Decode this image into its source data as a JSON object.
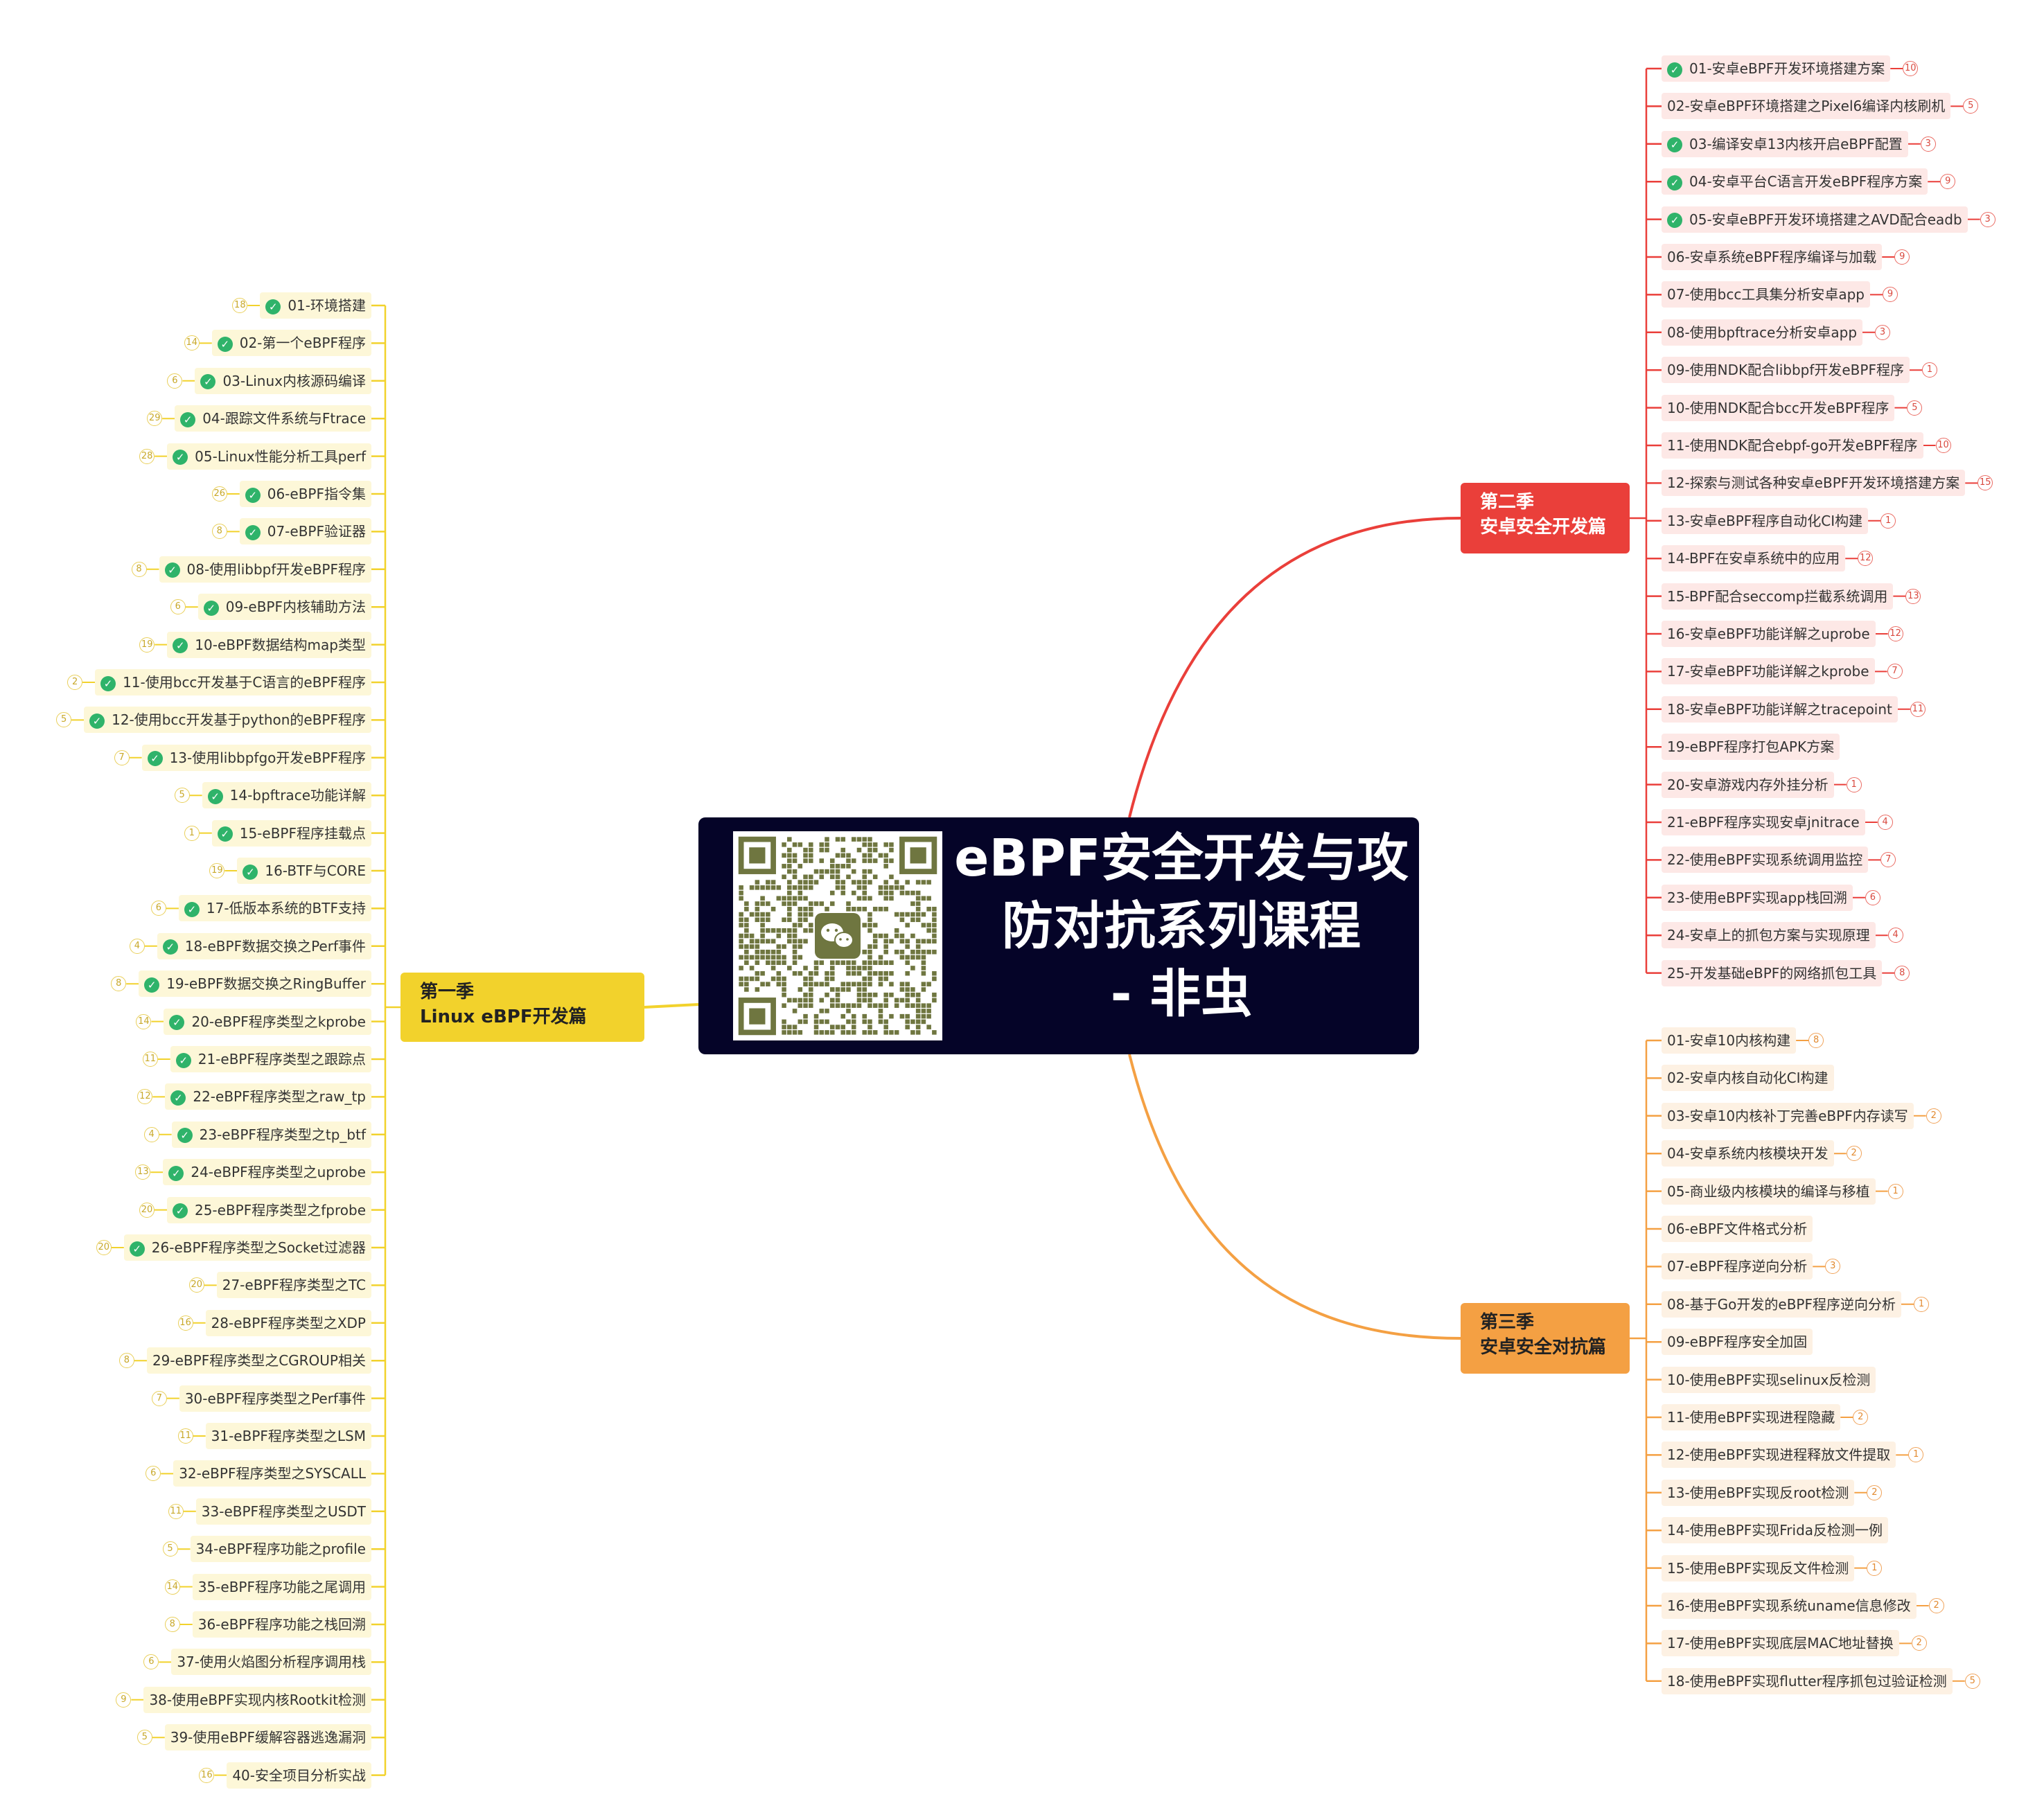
{
  "center": {
    "title_lines": [
      "eBPF安全开发与攻",
      "防对抗系列课程",
      "- 非虫"
    ],
    "qr_icon": "wechat-icon"
  },
  "colors": {
    "season1": "#f2d22c",
    "season2": "#ea3f3a",
    "season3": "#f4a043",
    "center_bg": "#050428",
    "qr": "#6f7640",
    "check": "#2fb36a"
  },
  "season1": {
    "title_lines": [
      "第一季",
      "Linux eBPF开发篇"
    ],
    "items": [
      {
        "label": "01-环境搭建",
        "badge": "18",
        "done": true
      },
      {
        "label": "02-第一个eBPF程序",
        "badge": "14",
        "done": true
      },
      {
        "label": "03-Linux内核源码编译",
        "badge": "6",
        "done": true
      },
      {
        "label": "04-跟踪文件系统与Ftrace",
        "badge": "29",
        "done": true
      },
      {
        "label": "05-Linux性能分析工具perf",
        "badge": "28",
        "done": true
      },
      {
        "label": "06-eBPF指令集",
        "badge": "26",
        "done": true
      },
      {
        "label": "07-eBPF验证器",
        "badge": "8",
        "done": true
      },
      {
        "label": "08-使用libbpf开发eBPF程序",
        "badge": "8",
        "done": true
      },
      {
        "label": "09-eBPF内核辅助方法",
        "badge": "6",
        "done": true
      },
      {
        "label": "10-eBPF数据结构map类型",
        "badge": "19",
        "done": true
      },
      {
        "label": "11-使用bcc开发基于C语言的eBPF程序",
        "badge": "2",
        "done": true
      },
      {
        "label": "12-使用bcc开发基于python的eBPF程序",
        "badge": "5",
        "done": true
      },
      {
        "label": "13-使用libbpfgo开发eBPF程序",
        "badge": "7",
        "done": true
      },
      {
        "label": "14-bpftrace功能详解",
        "badge": "5",
        "done": true
      },
      {
        "label": "15-eBPF程序挂载点",
        "badge": "1",
        "done": true
      },
      {
        "label": "16-BTF与CORE",
        "badge": "19",
        "done": true
      },
      {
        "label": "17-低版本系统的BTF支持",
        "badge": "6",
        "done": true
      },
      {
        "label": "18-eBPF数据交换之Perf事件",
        "badge": "4",
        "done": true
      },
      {
        "label": "19-eBPF数据交换之RingBuffer",
        "badge": "8",
        "done": true
      },
      {
        "label": "20-eBPF程序类型之kprobe",
        "badge": "14",
        "done": true
      },
      {
        "label": "21-eBPF程序类型之跟踪点",
        "badge": "11",
        "done": true
      },
      {
        "label": "22-eBPF程序类型之raw_tp",
        "badge": "12",
        "done": true
      },
      {
        "label": "23-eBPF程序类型之tp_btf",
        "badge": "4",
        "done": true
      },
      {
        "label": "24-eBPF程序类型之uprobe",
        "badge": "13",
        "done": true
      },
      {
        "label": "25-eBPF程序类型之fprobe",
        "badge": "20",
        "done": true
      },
      {
        "label": "26-eBPF程序类型之Socket过滤器",
        "badge": "20",
        "done": true
      },
      {
        "label": "27-eBPF程序类型之TC",
        "badge": "20",
        "done": false
      },
      {
        "label": "28-eBPF程序类型之XDP",
        "badge": "16",
        "done": false
      },
      {
        "label": "29-eBPF程序类型之CGROUP相关",
        "badge": "8",
        "done": false
      },
      {
        "label": "30-eBPF程序类型之Perf事件",
        "badge": "7",
        "done": false
      },
      {
        "label": "31-eBPF程序类型之LSM",
        "badge": "11",
        "done": false
      },
      {
        "label": "32-eBPF程序类型之SYSCALL",
        "badge": "6",
        "done": false
      },
      {
        "label": "33-eBPF程序类型之USDT",
        "badge": "11",
        "done": false
      },
      {
        "label": "34-eBPF程序功能之profile",
        "badge": "5",
        "done": false
      },
      {
        "label": "35-eBPF程序功能之尾调用",
        "badge": "14",
        "done": false
      },
      {
        "label": "36-eBPF程序功能之栈回溯",
        "badge": "8",
        "done": false
      },
      {
        "label": "37-使用火焰图分析程序调用栈",
        "badge": "6",
        "done": false
      },
      {
        "label": "38-使用eBPF实现内核Rootkit检测",
        "badge": "9",
        "done": false
      },
      {
        "label": "39-使用eBPF缓解容器逃逸漏洞",
        "badge": "5",
        "done": false
      },
      {
        "label": "40-安全项目分析实战",
        "badge": "16",
        "done": false
      }
    ]
  },
  "season2": {
    "title_lines": [
      "第二季",
      "安卓安全开发篇"
    ],
    "items": [
      {
        "label": "01-安卓eBPF开发环境搭建方案",
        "badge": "10",
        "done": true
      },
      {
        "label": "02-安卓eBPF环境搭建之Pixel6编译内核刷机",
        "badge": "5",
        "done": false
      },
      {
        "label": "03-编译安卓13内核开启eBPF配置",
        "badge": "3",
        "done": true
      },
      {
        "label": "04-安卓平台C语言开发eBPF程序方案",
        "badge": "9",
        "done": true
      },
      {
        "label": "05-安卓eBPF开发环境搭建之AVD配合eadb",
        "badge": "3",
        "done": true
      },
      {
        "label": "06-安卓系统eBPF程序编译与加载",
        "badge": "9",
        "done": false
      },
      {
        "label": "07-使用bcc工具集分析安卓app",
        "badge": "9",
        "done": false
      },
      {
        "label": "08-使用bpftrace分析安卓app",
        "badge": "3",
        "done": false
      },
      {
        "label": "09-使用NDK配合libbpf开发eBPF程序",
        "badge": "1",
        "done": false
      },
      {
        "label": "10-使用NDK配合bcc开发eBPF程序",
        "badge": "5",
        "done": false
      },
      {
        "label": "11-使用NDK配合ebpf-go开发eBPF程序",
        "badge": "10",
        "done": false
      },
      {
        "label": "12-探索与测试各种安卓eBPF开发环境搭建方案",
        "badge": "15",
        "done": false
      },
      {
        "label": "13-安卓eBPF程序自动化CI构建",
        "badge": "1",
        "done": false
      },
      {
        "label": "14-BPF在安卓系统中的应用",
        "badge": "12",
        "done": false
      },
      {
        "label": "15-BPF配合seccomp拦截系统调用",
        "badge": "13",
        "done": false
      },
      {
        "label": "16-安卓eBPF功能详解之uprobe",
        "badge": "12",
        "done": false
      },
      {
        "label": "17-安卓eBPF功能详解之kprobe",
        "badge": "7",
        "done": false
      },
      {
        "label": "18-安卓eBPF功能详解之tracepoint",
        "badge": "11",
        "done": false
      },
      {
        "label": "19-eBPF程序打包APK方案",
        "badge": "",
        "done": false
      },
      {
        "label": "20-安卓游戏内存外挂分析",
        "badge": "1",
        "done": false
      },
      {
        "label": "21-eBPF程序实现安卓jnitrace",
        "badge": "4",
        "done": false
      },
      {
        "label": "22-使用eBPF实现系统调用监控",
        "badge": "7",
        "done": false
      },
      {
        "label": "23-使用eBPF实现app栈回溯",
        "badge": "6",
        "done": false
      },
      {
        "label": "24-安卓上的抓包方案与实现原理",
        "badge": "4",
        "done": false
      },
      {
        "label": "25-开发基础eBPF的网络抓包工具",
        "badge": "8",
        "done": false
      }
    ]
  },
  "season3": {
    "title_lines": [
      "第三季",
      "安卓安全对抗篇"
    ],
    "items": [
      {
        "label": "01-安卓10内核构建",
        "badge": "8",
        "done": false
      },
      {
        "label": "02-安卓内核自动化CI构建",
        "badge": "",
        "done": false
      },
      {
        "label": "03-安卓10内核补丁完善eBPF内存读写",
        "badge": "2",
        "done": false
      },
      {
        "label": "04-安卓系统内核模块开发",
        "badge": "2",
        "done": false
      },
      {
        "label": "05-商业级内核模块的编译与移植",
        "badge": "1",
        "done": false
      },
      {
        "label": "06-eBPF文件格式分析",
        "badge": "",
        "done": false
      },
      {
        "label": "07-eBPF程序逆向分析",
        "badge": "3",
        "done": false
      },
      {
        "label": "08-基于Go开发的eBPF程序逆向分析",
        "badge": "1",
        "done": false
      },
      {
        "label": "09-eBPF程序安全加固",
        "badge": "",
        "done": false
      },
      {
        "label": "10-使用eBPF实现selinux反检测",
        "badge": "",
        "done": false
      },
      {
        "label": "11-使用eBPF实现进程隐藏",
        "badge": "2",
        "done": false
      },
      {
        "label": "12-使用eBPF实现进程释放文件提取",
        "badge": "1",
        "done": false
      },
      {
        "label": "13-使用eBPF实现反root检测",
        "badge": "2",
        "done": false
      },
      {
        "label": "14-使用eBPF实现Frida反检测一例",
        "badge": "",
        "done": false
      },
      {
        "label": "15-使用eBPF实现反文件检测",
        "badge": "1",
        "done": false
      },
      {
        "label": "16-使用eBPF实现系统uname信息修改",
        "badge": "2",
        "done": false
      },
      {
        "label": "17-使用eBPF实现底层MAC地址替换",
        "badge": "2",
        "done": false
      },
      {
        "label": "18-使用eBPF实现flutter程序抓包过验证检测",
        "badge": "5",
        "done": false
      }
    ]
  }
}
